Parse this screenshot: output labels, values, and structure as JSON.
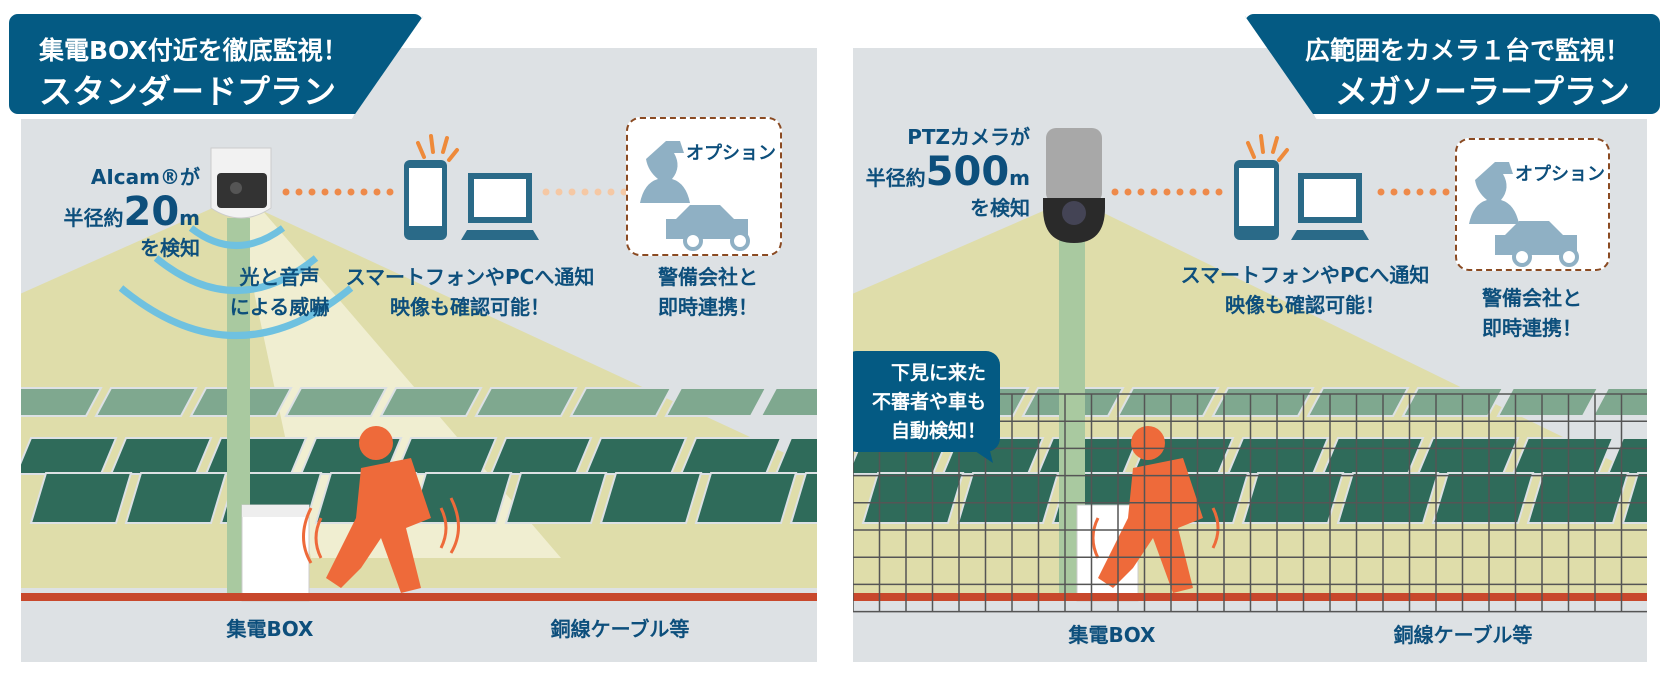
{
  "standard": {
    "header_line1": "集電BOX付近を徹底監視！",
    "header_line2": "スタンダードプラン",
    "camera_line1": "AIcam®が",
    "camera_prefix": "半径約",
    "camera_radius": "20",
    "camera_unit": "m",
    "camera_line3": "を検知",
    "deter_line1": "光と音声",
    "deter_line2": "による威嚇",
    "notify_line1": "スマートフォンやPCへ通知",
    "notify_line2": "映像も確認可能！",
    "option_label": "オプション",
    "security_line1": "警備会社と",
    "security_line2": "即時連携！",
    "box_label": "集電BOX",
    "cable_label": "銅線ケーブル等"
  },
  "megasolar": {
    "header_line1": "広範囲をカメラ１台で監視！",
    "header_line2": "メガソーラープラン",
    "camera_line1": "PTZカメラが",
    "camera_prefix": "半径約",
    "camera_radius": "500",
    "camera_unit": "m",
    "camera_line3": "を検知",
    "notify_line1": "スマートフォンやPCへ通知",
    "notify_line2": "映像も確認可能！",
    "option_label": "オプション",
    "security_line1": "警備会社と",
    "security_line2": "即時連携！",
    "bubble_line1": "下見に来た",
    "bubble_line2": "不審者や車も",
    "bubble_line3": "自動検知！",
    "box_label": "集電BOX",
    "cable_label": "銅線ケーブル等"
  },
  "colors": {
    "brand": "#045a83",
    "text": "#0d4f7c",
    "accent": "#ee6a3a",
    "light": "#dfddaa",
    "panel": "#2f6b5a"
  }
}
